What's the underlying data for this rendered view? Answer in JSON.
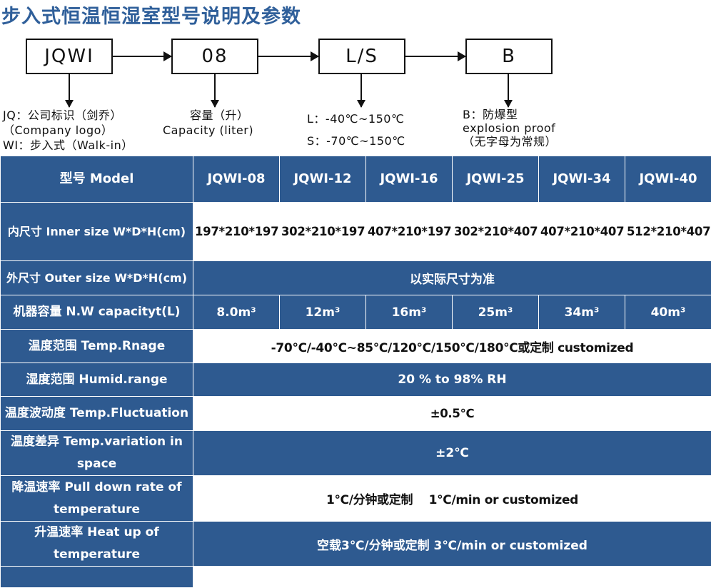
{
  "title": "步入式恒温恒湿室型号说明及参数",
  "diagram": {
    "boxes": [
      "JQWI",
      "08",
      "L/S",
      "B"
    ],
    "notes": {
      "jq": [
        "JQ：公司标识（剑乔）",
        "（Company logo）",
        "WI：步入式（Walk-in）"
      ],
      "capacity": [
        "容量（升）",
        "Capacity (liter)"
      ],
      "temp": [
        "L：-40℃~150℃",
        "S：-70℃~150℃"
      ],
      "explosion": [
        "B：防爆型",
        "explosion proof",
        "（无字母为常规）"
      ]
    }
  },
  "table": {
    "header": {
      "label": "型号 Model",
      "models": [
        "JQWI-08",
        "JQWI-12",
        "JQWI-16",
        "JQWI-25",
        "JQWI-34",
        "JQWI-40"
      ]
    },
    "inner_size": {
      "label": "内尺寸 Inner size W*D*H(cm)",
      "values": [
        "197*210*197",
        "302*210*197",
        "407*210*197",
        "302*210*407",
        "407*210*407",
        "512*210*407"
      ]
    },
    "outer_size": {
      "label": "外尺寸 Outer size W*D*H(cm)",
      "value": "以实际尺寸为准"
    },
    "capacity": {
      "label": "机器容量 N.W capacityt(L)",
      "values": [
        "8.0m³",
        "12m³",
        "16m³",
        "25m³",
        "34m³",
        "40m³"
      ]
    },
    "temp_range": {
      "label": "温度范围 Temp.Rnage",
      "value": "-70℃/-40℃~85℃/120℃/150℃/180℃或定制 customized"
    },
    "humid_range": {
      "label": "湿度范围 Humid.range",
      "value": "20 % to 98% RH"
    },
    "temp_fluctuation": {
      "label": "温度波动度 Temp.Fluctuation",
      "value": "±0.5℃"
    },
    "temp_variation": {
      "label": "温度差异 Temp.variation in space",
      "value": "±2℃"
    },
    "pull_down": {
      "label": "降温速率 Pull down rate of temperature",
      "value": "1℃/分钟或定制    1℃/min or customized"
    },
    "heat_up": {
      "label": "升温速率 Heat up of temperature",
      "value": "空载3℃/分钟或定制 3℃/min or customized"
    }
  }
}
